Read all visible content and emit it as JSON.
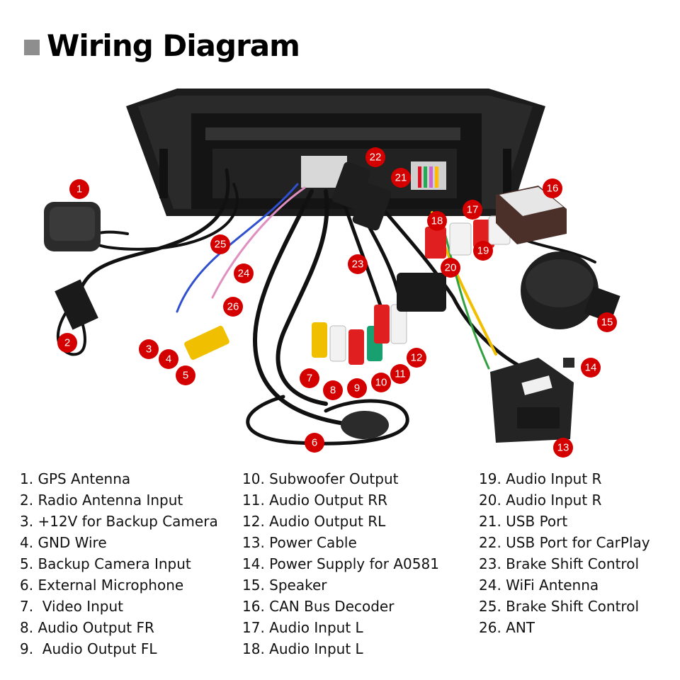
{
  "title": "Wiring Diagram",
  "colors": {
    "accent_red": "#d40000",
    "title_square": "#8e8e8e",
    "unit_body": "#1c1c1c"
  },
  "callouts": [
    "1",
    "2",
    "3",
    "4",
    "5",
    "6",
    "7",
    "8",
    "9",
    "10",
    "11",
    "12",
    "13",
    "14",
    "15",
    "16",
    "17",
    "18",
    "19",
    "20",
    "21",
    "22",
    "23",
    "24",
    "25",
    "26"
  ],
  "legend": {
    "col1": [
      "1. GPS Antenna",
      "2. Radio Antenna Input",
      "3. +12V for Backup Camera",
      "4. GND Wire",
      "5. Backup Camera Input",
      "6. External Microphone",
      "7.  Video Input",
      "8. Audio Output FR",
      "9.  Audio Output FL"
    ],
    "col2": [
      "10. Subwoofer Output",
      "11. Audio Output RR",
      "12. Audio Output RL",
      "13. Power Cable",
      "14. Power Supply for A0581",
      "15. Speaker",
      "16. CAN Bus Decoder",
      "17. Audio Input L",
      "18. Audio Input L"
    ],
    "col3": [
      "19. Audio Input R",
      "20. Audio Input R",
      "21. USB Port",
      "22. USB Port for CarPlay",
      "23. Brake Shift Control",
      "24. WiFi Antenna",
      "25. Brake Shift Control",
      "26. ANT"
    ]
  }
}
